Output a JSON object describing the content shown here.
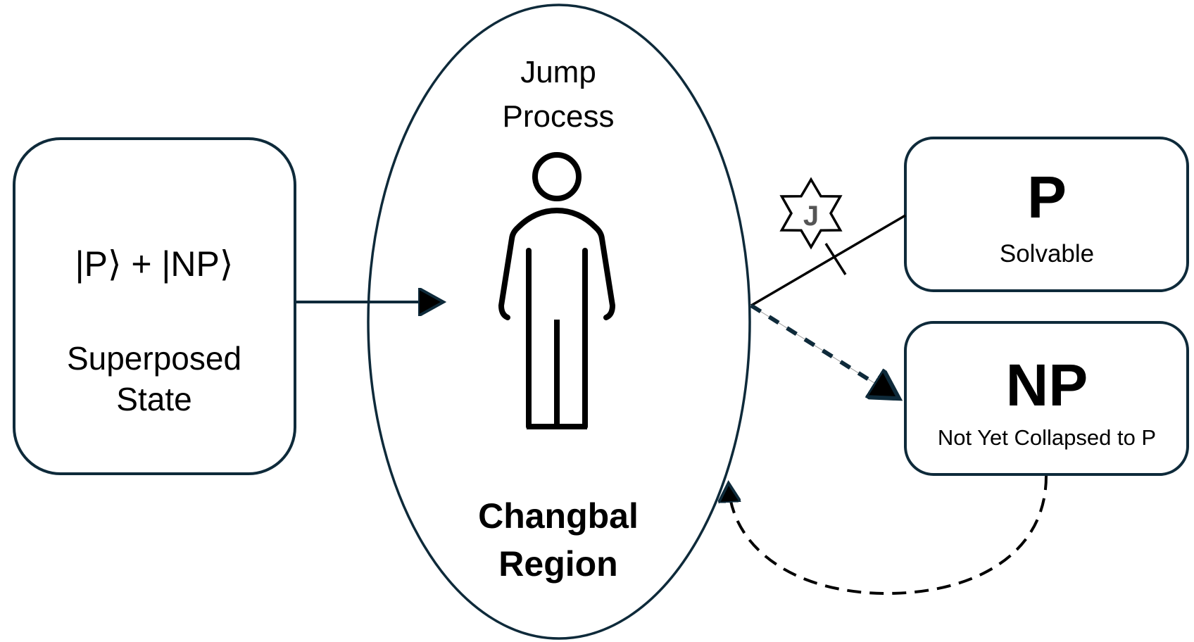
{
  "diagram": {
    "colors": {
      "stroke": "#0e2a3a",
      "text": "#000000",
      "star_letter": "#555555",
      "background": "#ffffff"
    },
    "nodes": {
      "superposed": {
        "formula": "|P⟩ + |NP⟩",
        "label_line1": "Superposed",
        "label_line2": "State"
      },
      "changbal": {
        "top_line1": "Jump",
        "top_line2": "Process",
        "bottom_line1": "Changbal",
        "bottom_line2": "Region",
        "icon": "person-icon"
      },
      "p_box": {
        "title": "P",
        "subtitle": "Solvable"
      },
      "np_box": {
        "title": "NP",
        "subtitle": "Not Yet Collapsed to P"
      }
    },
    "edges": [
      {
        "from": "superposed",
        "to": "changbal",
        "style": "solid",
        "arrow": "end"
      },
      {
        "from": "changbal",
        "to": "p_box",
        "style": "solid",
        "arrow": "none",
        "blocked": true,
        "marker": "J"
      },
      {
        "from": "changbal",
        "to": "np_box",
        "style": "dashed",
        "arrow": "end"
      },
      {
        "from": "np_box",
        "to": "changbal",
        "style": "dashed-curved",
        "arrow": "end"
      }
    ],
    "star_marker": {
      "letter": "J",
      "icon": "six-pointed-star-icon"
    }
  }
}
